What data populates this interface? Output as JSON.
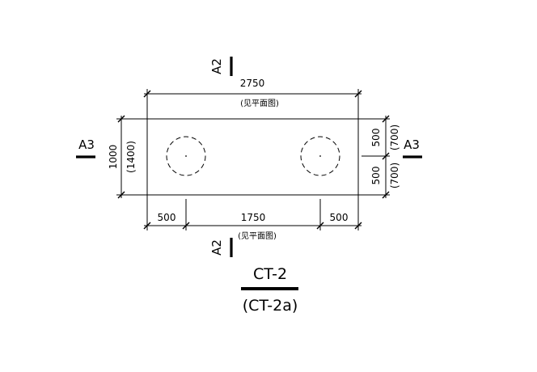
{
  "drawing": {
    "dims": {
      "top_total": "2750",
      "top_note": "(见平面图)",
      "bottom_left": "500",
      "bottom_mid": "1750",
      "bottom_right": "500",
      "bottom_note": "(见平面图)",
      "left_total": "1000",
      "left_alt": "(1400)",
      "right_upper": "500",
      "right_upper_alt": "(700)",
      "right_lower": "500",
      "right_lower_alt": "(700)"
    },
    "sections": {
      "a2_top": "A2",
      "a2_bottom": "A2",
      "a3_left": "A3",
      "a3_right": "A3"
    },
    "title": {
      "main": "CT-2",
      "alt": "(CT-2a)"
    }
  }
}
